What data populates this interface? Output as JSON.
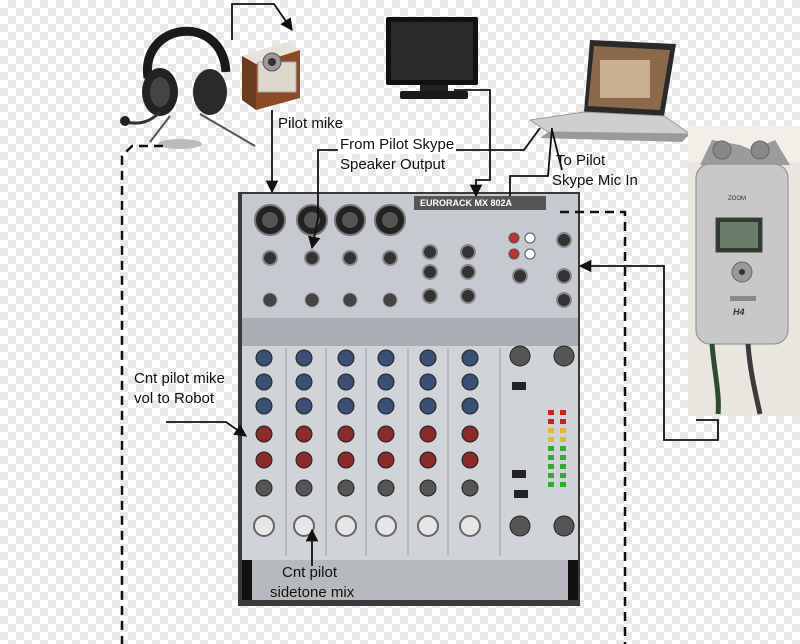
{
  "labels": {
    "pilot_mike": "Pilot mike",
    "from_pilot_skype": "From Pilot Skype",
    "speaker_output": "Speaker Output",
    "to_pilot": "To Pilot",
    "skype_mic_in": "Skype Mic In",
    "cnt_pilot_mike": "Cnt pilot mike",
    "vol_to_robot": "vol to Robot",
    "cnt_pilot": "Cnt pilot",
    "sidetone_mix": "sidetone mix"
  },
  "mixer": {
    "brand": "EURORACK MX 802A",
    "recorder_brand": "ZOOM",
    "recorder_model": "H4"
  },
  "colors": {
    "mixer_body": "#c9ccd1",
    "knob_blue": "#3a4f73",
    "knob_red": "#8a2a2a",
    "arrow": "#111111"
  }
}
